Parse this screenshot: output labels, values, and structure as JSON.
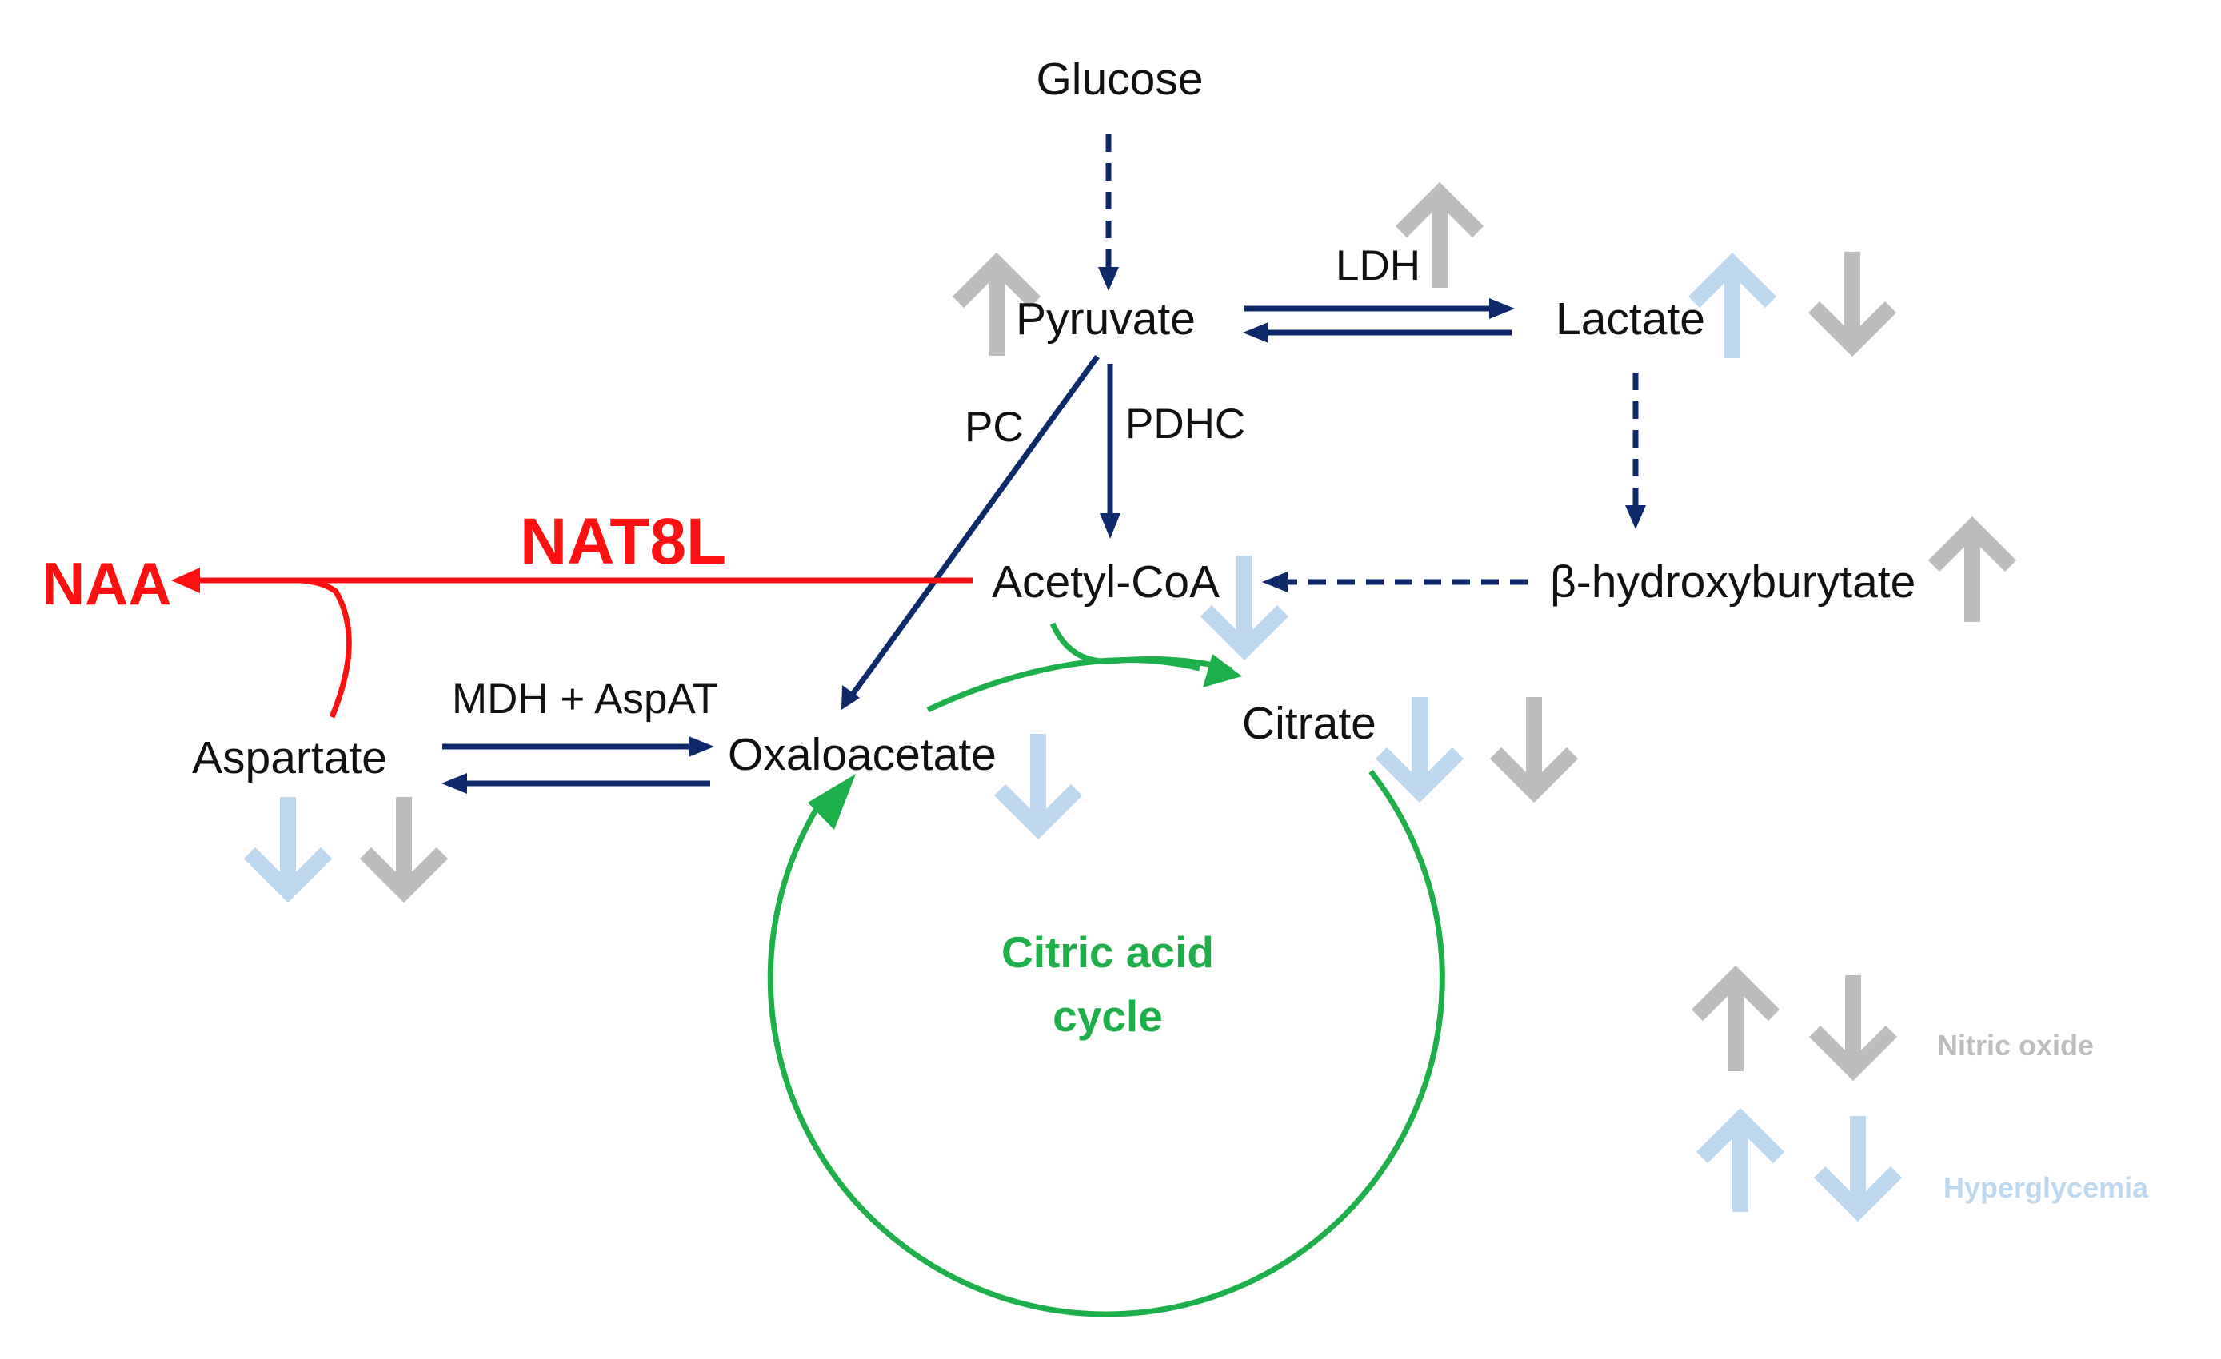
{
  "nodes": {
    "glucose": "Glucose",
    "pyruvate": "Pyruvate",
    "lactate": "Lactate",
    "acetyl_coa": "Acetyl-CoA",
    "hydroxybutyrate": "β-hydroxyburytate",
    "citrate": "Citrate",
    "oxaloacetate": "Oxaloacetate",
    "aspartate": "Aspartate",
    "naa": "NAA"
  },
  "enzymes": {
    "ldh": "LDH",
    "pc": "PC",
    "pdhc": "PDHC",
    "nat8l": "NAT8L",
    "mdh_aspat": "MDH + AspAT"
  },
  "cycle": {
    "line1": "Citric acid",
    "line2": "cycle"
  },
  "legend": {
    "nitric_oxide": "Nitric oxide",
    "hyperglycemia": "Hyperglycemia"
  },
  "colors": {
    "pathway": "#0f2a6b",
    "nat8l": "#ff1010",
    "cycle": "#1db04a",
    "nitric_oxide": "#bdbdbd",
    "hyperglycemia": "#bcd7ee"
  },
  "indicators": {
    "pyruvate": {
      "nitric_oxide": "up"
    },
    "ldh": {
      "nitric_oxide": "up"
    },
    "lactate": {
      "hyperglycemia": "up",
      "nitric_oxide": "down"
    },
    "hydroxybutyrate": {
      "nitric_oxide": "up"
    },
    "acetyl_coa": {
      "hyperglycemia": "down"
    },
    "citrate": {
      "hyperglycemia": "down",
      "nitric_oxide": "down"
    },
    "oxaloacetate": {
      "hyperglycemia": "down"
    },
    "aspartate": {
      "hyperglycemia": "down",
      "nitric_oxide": "down"
    }
  }
}
